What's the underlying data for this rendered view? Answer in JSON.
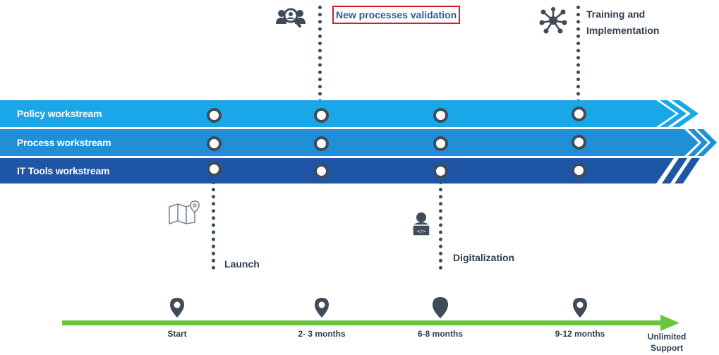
{
  "top_phases": {
    "validation": "New processes validation",
    "training_line1": "Training and",
    "training_line2": "Implementation"
  },
  "bottom_phases": {
    "launch": "Launch",
    "digitalization": "Digitalization"
  },
  "workstreams": [
    {
      "label": "Policy workstream",
      "color": "#1aa7e8"
    },
    {
      "label": "Process workstream",
      "color": "#1f8fd6"
    },
    {
      "label": "IT Tools workstream",
      "color": "#1e55a5"
    }
  ],
  "timeline": {
    "color": "#6bc53b",
    "milestones": [
      "Start",
      "2- 3 months",
      "6-8 months",
      "9-12 months"
    ],
    "end_line1": "Unlimited",
    "end_line2": "Support"
  },
  "icons": {
    "validation": "people-search-icon",
    "training": "network-hub-icon",
    "launch": "map-pin-icon",
    "digitalization": "developer-laptop-icon",
    "milestone": "location-pin-icon"
  },
  "colors": {
    "highlight_border": "#d41e1e",
    "dotted_line": "#3a4a5c",
    "node_ring": "#3f4b59"
  }
}
